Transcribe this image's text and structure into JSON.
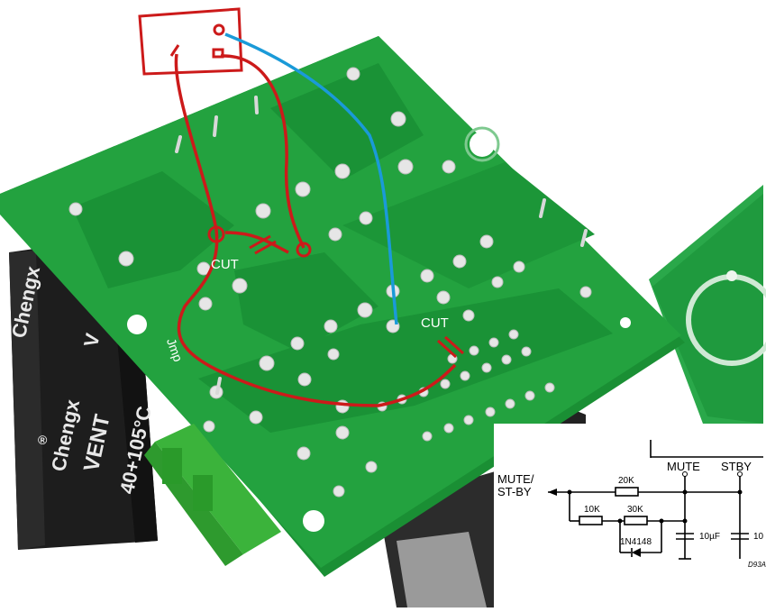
{
  "photo": {
    "annotations": {
      "cut_1": "CUT",
      "cut_2": "CUT",
      "jumper": "Jmp"
    },
    "capacitor_print": {
      "brand_a": "Chengx",
      "brand_b": "Chengx",
      "registered_mark": "®",
      "vent": "VENT",
      "temp": "40+105°C",
      "voltage": "V"
    },
    "colors": {
      "pcb": "#1e9a3a",
      "annotation_red": "#cc1a1a",
      "annotation_blue": "#1a9ad8",
      "terminal_block": "#3bb33b"
    }
  },
  "schematic": {
    "labels": {
      "input": "MUTE/\nST-BY",
      "mute": "MUTE",
      "stby": "STBY",
      "r1": "20K",
      "r2": "10K",
      "r3": "30K",
      "diode": "1N4148",
      "cap1": "10µF",
      "cap2": "10",
      "code": "D93A"
    }
  }
}
